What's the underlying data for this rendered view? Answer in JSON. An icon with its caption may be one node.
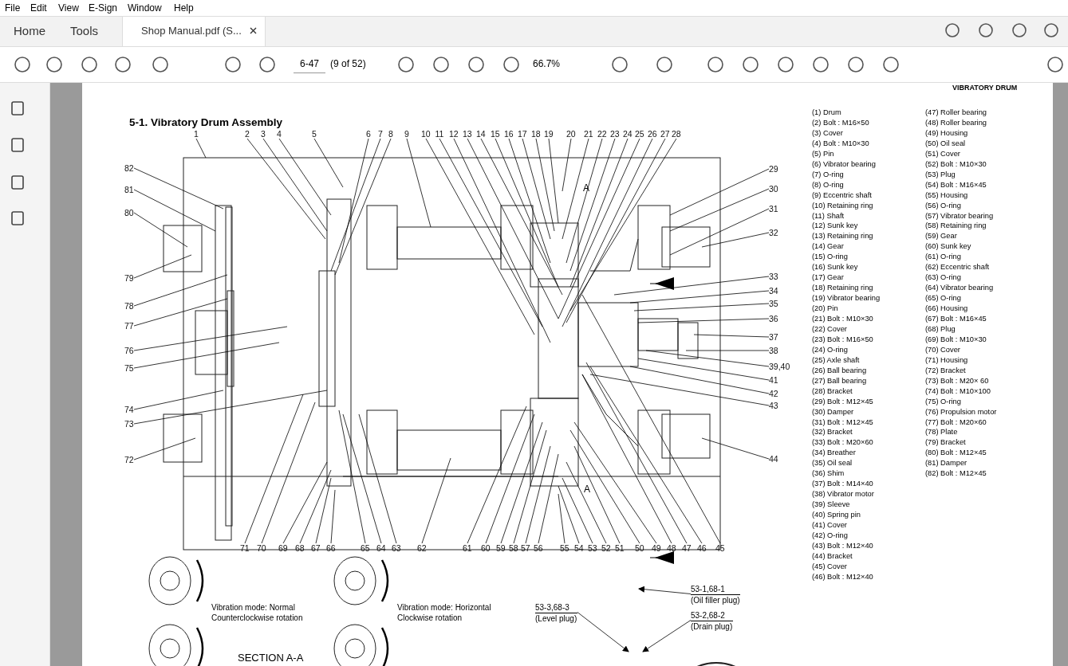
{
  "diagram": {
    "title": "5-1. Vibratory Drum Assembly",
    "nodes": [
      {
        "text": [
          "1"
        ]
      },
      {
        "text": [
          "2"
        ]
      },
      {
        "text": [
          "3"
        ]
      },
      {
        "text": [
          "4"
        ]
      },
      {
        "text": [
          "5"
        ]
      },
      {
        "text": [
          "6"
        ]
      },
      {
        "text": [
          "7"
        ]
      },
      {
        "text": [
          "8"
        ]
      },
      {
        "text": [
          "9"
        ]
      },
      {
        "text": [
          "10"
        ]
      },
      {
        "text": [
          "11"
        ]
      },
      {
        "text": [
          "12"
        ]
      },
      {
        "text": [
          "13"
        ]
      },
      {
        "text": [
          "14"
        ]
      },
      {
        "text": [
          "15"
        ]
      },
      {
        "text": [
          "16"
        ]
      },
      {
        "text": [
          "17"
        ]
      },
      {
        "text": [
          "18"
        ]
      },
      {
        "text": [
          "19"
        ]
      },
      {
        "text": [
          "20"
        ]
      },
      {
        "text": [
          "21"
        ]
      },
      {
        "text": [
          "22"
        ]
      },
      {
        "text": [
          "23"
        ]
      },
      {
        "text": [
          "24"
        ]
      },
      {
        "text": [
          "25"
        ]
      },
      {
        "text": [
          "26"
        ]
      },
      {
        "text": [
          "27"
        ]
      },
      {
        "text": [
          "28"
        ]
      },
      {
        "text": [
          "29"
        ]
      },
      {
        "text": [
          "30"
        ]
      },
      {
        "text": [
          "31"
        ]
      },
      {
        "text": [
          "32"
        ]
      },
      {
        "text": [
          "33"
        ]
      },
      {
        "text": [
          "34"
        ]
      },
      {
        "text": [
          "35"
        ]
      },
      {
        "text": [
          "36"
        ]
      },
      {
        "text": [
          "37"
        ]
      },
      {
        "text": [
          "38"
        ]
      },
      {
        "text": [
          "39,40"
        ]
      },
      {
        "text": [
          "41"
        ]
      },
      {
        "text": [
          "42"
        ]
      },
      {
        "text": [
          "43"
        ]
      },
      {
        "text": [
          "44"
        ]
      },
      {
        "text": [
          "45"
        ]
      },
      {
        "text": [
          "46"
        ]
      },
      {
        "text": [
          "47"
        ]
      },
      {
        "text": [
          "48"
        ]
      },
      {
        "text": [
          "49"
        ]
      },
      {
        "text": [
          "50"
        ]
      },
      {
        "text": [
          "51"
        ]
      },
      {
        "text": [
          "52"
        ]
      },
      {
        "text": [
          "53"
        ]
      },
      {
        "text": [
          "54"
        ]
      },
      {
        "text": [
          "55"
        ]
      },
      {
        "text": [
          "56"
        ]
      },
      {
        "text": [
          "57"
        ]
      },
      {
        "text": [
          "58"
        ]
      },
      {
        "text": [
          "59"
        ]
      },
      {
        "text": [
          "60"
        ]
      },
      {
        "text": [
          "61"
        ]
      },
      {
        "text": [
          "62"
        ]
      },
      {
        "text": [
          "63"
        ]
      },
      {
        "text": [
          "64"
        ]
      },
      {
        "text": [
          "65"
        ]
      },
      {
        "text": [
          "66"
        ]
      },
      {
        "text": [
          "67"
        ]
      },
      {
        "text": [
          "68"
        ]
      },
      {
        "text": [
          "69"
        ]
      },
      {
        "text": [
          "70"
        ]
      },
      {
        "text": [
          "71"
        ]
      },
      {
        "text": [
          "72"
        ]
      },
      {
        "text": [
          "73"
        ]
      },
      {
        "text": [
          "74"
        ]
      },
      {
        "text": [
          "75"
        ]
      },
      {
        "text": [
          "76"
        ]
      },
      {
        "text": [
          "77"
        ]
      },
      {
        "text": [
          "78"
        ]
      },
      {
        "text": [
          "79"
        ]
      },
      {
        "text": [
          "80"
        ]
      },
      {
        "text": [
          "81"
        ]
      },
      {
        "text": [
          "82"
        ]
      },
      {
        "text": [
          "53-1,68-1",
          "(Oil filler plug)"
        ]
      },
      {
        "text": [
          "53-3,68-3",
          "(Level plug)"
        ]
      },
      {
        "text": [
          "53-2,68-2",
          "(Drain plug)"
        ]
      }
    ],
    "edges": [
      {
        "from": 0,
        "to": null,
        "arrow": "none"
      },
      {
        "from": 1,
        "to": null,
        "arrow": "none"
      },
      {
        "from": 2,
        "to": null,
        "arrow": "none"
      },
      {
        "from": 3,
        "to": null,
        "arrow": "none"
      },
      {
        "from": 4,
        "to": null,
        "arrow": "none"
      },
      {
        "from": 5,
        "to": null,
        "arrow": "none"
      },
      {
        "from": 6,
        "to": null,
        "arrow": "none"
      },
      {
        "from": 7,
        "to": null,
        "arrow": "none"
      },
      {
        "from": 8,
        "to": null,
        "arrow": "none"
      },
      {
        "from": 9,
        "to": null,
        "arrow": "none"
      },
      {
        "from": 10,
        "to": null,
        "arrow": "none"
      },
      {
        "from": 11,
        "to": null,
        "arrow": "none"
      },
      {
        "from": 12,
        "to": null,
        "arrow": "none"
      },
      {
        "from": 13,
        "to": null,
        "arrow": "none"
      },
      {
        "from": 14,
        "to": null,
        "arrow": "none"
      },
      {
        "from": 15,
        "to": null,
        "arrow": "none"
      },
      {
        "from": 16,
        "to": null,
        "arrow": "none"
      },
      {
        "from": 17,
        "to": null,
        "arrow": "none"
      },
      {
        "from": 18,
        "to": null,
        "arrow": "none"
      },
      {
        "from": 19,
        "to": null,
        "arrow": "none"
      },
      {
        "from": 20,
        "to": null,
        "arrow": "none"
      },
      {
        "from": 21,
        "to": null,
        "arrow": "none"
      },
      {
        "from": 22,
        "to": null,
        "arrow": "none"
      },
      {
        "from": 23,
        "to": null,
        "arrow": "none"
      },
      {
        "from": 24,
        "to": null,
        "arrow": "none"
      },
      {
        "from": 25,
        "to": null,
        "arrow": "none"
      },
      {
        "from": 26,
        "to": null,
        "arrow": "none"
      },
      {
        "from": 27,
        "to": null,
        "arrow": "none"
      },
      {
        "from": 28,
        "to": null,
        "arrow": "none"
      },
      {
        "from": 29,
        "to": null,
        "arrow": "none"
      },
      {
        "from": 30,
        "to": null,
        "arrow": "none"
      },
      {
        "from": 31,
        "to": null,
        "arrow": "none"
      },
      {
        "from": 32,
        "to": null,
        "arrow": "none"
      },
      {
        "from": 33,
        "to": null,
        "arrow": "none"
      },
      {
        "from": 34,
        "to": null,
        "arrow": "none"
      },
      {
        "from": 35,
        "to": null,
        "arrow": "none"
      },
      {
        "from": 36,
        "to": null,
        "arrow": "none"
      },
      {
        "from": 37,
        "to": null,
        "arrow": "none"
      },
      {
        "from": 38,
        "to": null,
        "arrow": "none"
      },
      {
        "from": 39,
        "to": null,
        "arrow": "none"
      },
      {
        "from": 40,
        "to": null,
        "arrow": "none"
      },
      {
        "from": 41,
        "to": null,
        "arrow": "none"
      },
      {
        "from": 42,
        "to": null,
        "arrow": "none"
      },
      {
        "from": 43,
        "to": null,
        "arrow": "none"
      },
      {
        "from": 44,
        "to": null,
        "arrow": "none"
      },
      {
        "from": 45,
        "to": null,
        "arrow": "none"
      },
      {
        "from": 46,
        "to": null,
        "arrow": "none"
      },
      {
        "from": 47,
        "to": null,
        "arrow": "none"
      },
      {
        "from": 48,
        "to": null,
        "arrow": "none"
      },
      {
        "from": 49,
        "to": null,
        "arrow": "none"
      },
      {
        "from": 50,
        "to": null,
        "arrow": "none"
      },
      {
        "from": 51,
        "to": null,
        "arrow": "none"
      },
      {
        "from": 52,
        "to": null,
        "arrow": "none"
      },
      {
        "from": 53,
        "to": null,
        "arrow": "none"
      },
      {
        "from": 54,
        "to": null,
        "arrow": "none"
      },
      {
        "from": 55,
        "to": null,
        "arrow": "none"
      },
      {
        "from": 56,
        "to": null,
        "arrow": "none"
      },
      {
        "from": 57,
        "to": null,
        "arrow": "none"
      },
      {
        "from": 58,
        "to": null,
        "arrow": "none"
      },
      {
        "from": 59,
        "to": null,
        "arrow": "none"
      },
      {
        "from": 60,
        "to": null,
        "arrow": "none"
      },
      {
        "from": 61,
        "to": null,
        "arrow": "none"
      },
      {
        "from": 62,
        "to": null,
        "arrow": "none"
      },
      {
        "from": 63,
        "to": null,
        "arrow": "none"
      },
      {
        "from": 64,
        "to": null,
        "arrow": "none"
      },
      {
        "from": 65,
        "to": null,
        "arrow": "none"
      },
      {
        "from": 66,
        "to": null,
        "arrow": "none"
      },
      {
        "from": 67,
        "to": null,
        "arrow": "none"
      },
      {
        "from": 68,
        "to": null,
        "arrow": "none"
      },
      {
        "from": 69,
        "to": null,
        "arrow": "none"
      },
      {
        "from": 70,
        "to": null,
        "arrow": "none"
      },
      {
        "from": 71,
        "to": null,
        "arrow": "none"
      },
      {
        "from": 72,
        "to": null,
        "arrow": "none"
      },
      {
        "from": 73,
        "to": null,
        "arrow": "none"
      },
      {
        "from": 74,
        "to": null,
        "arrow": "none"
      },
      {
        "from": 75,
        "to": null,
        "arrow": "none"
      },
      {
        "from": 76,
        "to": null,
        "arrow": "none"
      },
      {
        "from": 77,
        "to": null,
        "arrow": "none"
      },
      {
        "from": 78,
        "to": null,
        "arrow": "none"
      },
      {
        "from": 79,
        "to": null,
        "arrow": "none"
      },
      {
        "from": 80,
        "to": null,
        "arrow": "none"
      },
      {
        "from": 81,
        "to": null,
        "arrow": "to"
      },
      {
        "from": 82,
        "to": null,
        "arrow": "to"
      },
      {
        "from": 83,
        "to": null,
        "arrow": "to"
      }
    ],
    "labels": [
      "File",
      "Edit",
      "View",
      "E-Sign",
      "Window",
      "Help",
      "Home",
      "Tools",
      "Shop Manual.pdf (S...",
      "6-47",
      "(9 of 52)",
      "66.7%",
      "VIBRATORY DRUM",
      "(1) Drum",
      "(2) Bolt : M16×50",
      "(3) Cover",
      "(4) Bolt : M10×30",
      "(5) Pin",
      "(6) Vibrator bearing",
      "(7) O-ring",
      "(8) O-ring",
      "(9) Eccentric shaft",
      "(10) Retaining ring",
      "(11) Shaft",
      "(12) Sunk key",
      "(13) Retaining ring",
      "(14) Gear",
      "(15) O-ring",
      "(16) Sunk key",
      "(17) Gear",
      "(18) Retaining ring",
      "(19) Vibrator bearing",
      "(20) Pin",
      "(21) Bolt : M10×30",
      "(22) Cover",
      "(23) Bolt : M16×50",
      "(24) O-ring",
      "(25) Axle shaft",
      "(26) Ball bearing",
      "(27) Ball bearing",
      "(28) Bracket",
      "(29) Bolt : M12×45",
      "(30) Damper",
      "(31) Bolt : M12×45",
      "(32) Bracket",
      "(33) Bolt : M20×60",
      "(34) Breather",
      "(35) Oil seal",
      "(36) Shim",
      "(37) Bolt : M14×40",
      "(38) Vibrator motor",
      "(39) Sleeve",
      "(40) Spring pin",
      "(41) Cover",
      "(42) O-ring",
      "(43) Bolt : M12×40",
      "(44) Bracket",
      "(45) Cover",
      "(46) Bolt : M12×40",
      "(47) Roller bearing",
      "(48) Roller bearing",
      "(49) Housing",
      "(50) Oil seal",
      "(51) Cover",
      "(52) Bolt : M10×30",
      "(53) Plug",
      "(54) Bolt : M16×45",
      "(55) Housing",
      "(56) O-ring",
      "(57) Vibrator bearing",
      "(58) Retaining ring",
      "(59) Gear",
      "(60) Sunk key",
      "(61) O-ring",
      "(62) Eccentric shaft",
      "(63) O-ring",
      "(64) Vibrator bearing",
      "(65) O-ring",
      "(66) Housing",
      "(67) Bolt : M16×45",
      "(68) Plug",
      "(69) Bolt : M10×30",
      "(70) Cover",
      "(71) Housing",
      "(72) Bracket",
      "(73) Bolt : M20× 60",
      "(74) Bolt : M10×100",
      "(75) O-ring",
      "(76) Propulsion motor",
      "(77) Bolt : M20×60",
      "(78) Plate",
      "(79) Bracket",
      "(80) Bolt : M12×45",
      "(81) Damper",
      "(82) Bolt : M12×45",
      "A",
      "A",
      "Vibration mode: Normal Counterclockwise rotation",
      "Vibration mode: Horizontal Clockwise rotation",
      "SECTION A-A"
    ]
  }
}
